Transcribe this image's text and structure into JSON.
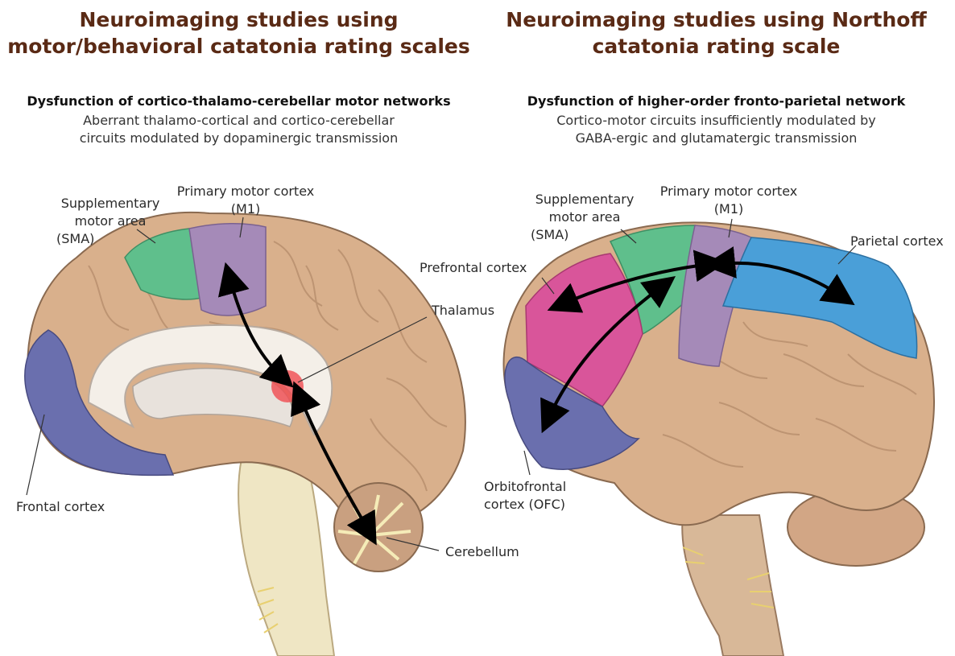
{
  "left": {
    "title_line1": "Neuroimaging studies using",
    "title_line2": "motor/behavioral catatonia rating scales",
    "subtitle": "Dysfunction of cortico-thalamo-cerebellar motor networks",
    "desc_line1": "Aberrant thalamo-cortical and cortico-cerebellar",
    "desc_line2": "circuits modulated by dopaminergic transmission",
    "labels": {
      "sma_1": "Supplementary",
      "sma_2": "motor area",
      "sma_3": "(SMA)",
      "m1_1": "Primary motor cortex",
      "m1_2": "(M1)",
      "thalamus": "Thalamus",
      "frontal": "Frontal cortex",
      "cerebellum": "Cerebellum"
    }
  },
  "right": {
    "title_line1": "Neuroimaging studies using Northoff",
    "title_line2": "catatonia rating scale",
    "subtitle": "Dysfunction of higher-order fronto-parietal network",
    "desc_line1": "Cortico-motor circuits insufficiently modulated by",
    "desc_line2": "GABA-ergic and glutamatergic transmission",
    "labels": {
      "sma_1": "Supplementary",
      "sma_2": "motor area",
      "sma_3": "(SMA)",
      "m1_1": "Primary motor cortex",
      "m1_2": "(M1)",
      "prefrontal": "Prefrontal cortex",
      "parietal": "Parietal cortex",
      "ofc_1": "Orbitofrontal",
      "ofc_2": "cortex (OFC)"
    }
  },
  "colors": {
    "title": "#5a2a15",
    "cortex": "#d9b08c",
    "sma": "#5fbf8c",
    "m1": "#a58ab8",
    "frontal": "#6a6fae",
    "prefrontal": "#d9559a",
    "parietal": "#4a9fd8",
    "thalamus": "#f04b50",
    "cerebellum_white": "#f5ecb8",
    "arrow": "#000000"
  }
}
